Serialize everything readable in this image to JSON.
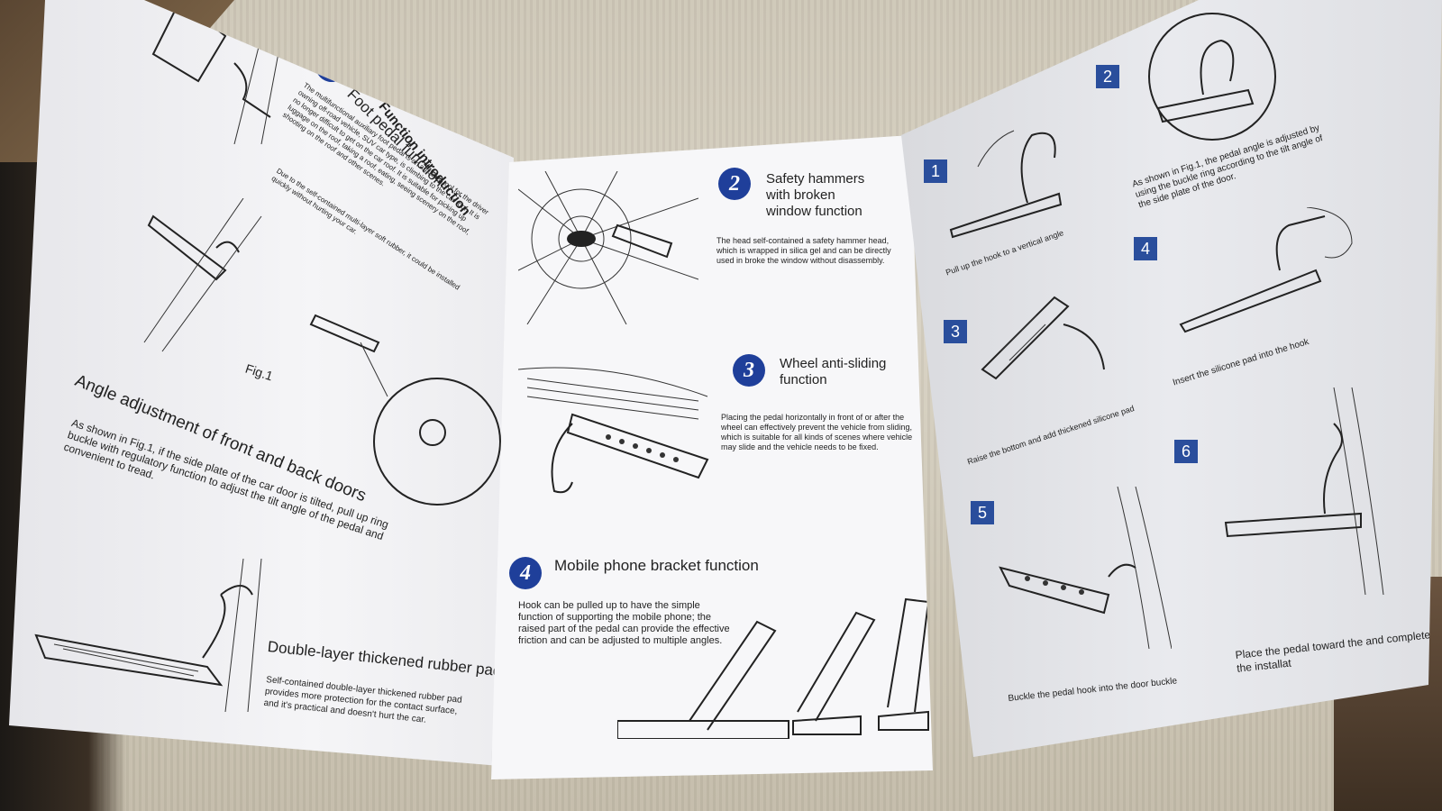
{
  "brochure": {
    "left_panel": {
      "section_title": "Function introduction",
      "item1_number": "1",
      "item1_title": "Foot pedal function",
      "item1_text_a": "The multifunctional auxiliary foot pedal is an auxiliary tool for the driver owning off-road vehicle, SUV car type, is climbing to the car roof. It is no longer difficult to get on the car roof. It is suitable for picking up luggage on the roof, taking a roof, eating, seeing scenery on the roof, shooting on the roof and other scenes.",
      "item1_text_b": "Due to the self-contained multi-layer soft rubber, it could be installed quickly without hurting your car.",
      "fig_label": "Fig.1",
      "angle_title": "Angle adjustment of front and back doors",
      "angle_text": "As shown in Fig.1, if the side plate of the car door is tilted, pull up ring buckle with regulatory function to adjust the tilt angle of the pedal and convenient to tread.",
      "rubber_title": "Double-layer thickened rubber pad",
      "rubber_text": "Self-contained double-layer thickened rubber pad provides more protection for the contact surface, and it's practical and doesn't hurt the car."
    },
    "middle_panel": {
      "item2_number": "2",
      "item2_title": "Safety hammers with broken window function",
      "item2_text": "The head self-contained a safety hammer head, which is wrapped in silica gel and can be directly used in broke the window without disassembly.",
      "item3_number": "3",
      "item3_title": "Wheel anti-sliding function",
      "item3_text": "Placing the pedal horizontally in front of or after the wheel can effectively prevent the vehicle from sliding, which is suitable for all kinds of scenes where vehicle may slide and the vehicle needs to be fixed.",
      "item4_number": "4",
      "item4_title": "Mobile phone bracket function",
      "item4_text": "Hook can be pulled up to have the simple function of supporting the mobile phone; the raised part of the pedal can provide the effective friction and can be adjusted to multiple angles."
    },
    "right_panel": {
      "section_title": "Installation de",
      "steps": [
        {
          "n": "1",
          "text": "Pull up the hook to a vertical angle"
        },
        {
          "n": "2",
          "text": "As shown in Fig.1, the pedal angle is adjusted by using the buckle ring according to the tilt angle of the side plate of the door."
        },
        {
          "n": "3",
          "text": "Raise the bottom and add thickened silicone pad"
        },
        {
          "n": "4",
          "text": "Insert the silicone pad into the hook"
        },
        {
          "n": "5",
          "text": "Buckle the pedal hook into the door buckle"
        },
        {
          "n": "6",
          "text": "Place the pedal toward the and complete the installat"
        }
      ]
    },
    "colors": {
      "badge_blue": "#1f3f9a",
      "paper": "#f4f4f6",
      "ink": "#222222"
    }
  }
}
